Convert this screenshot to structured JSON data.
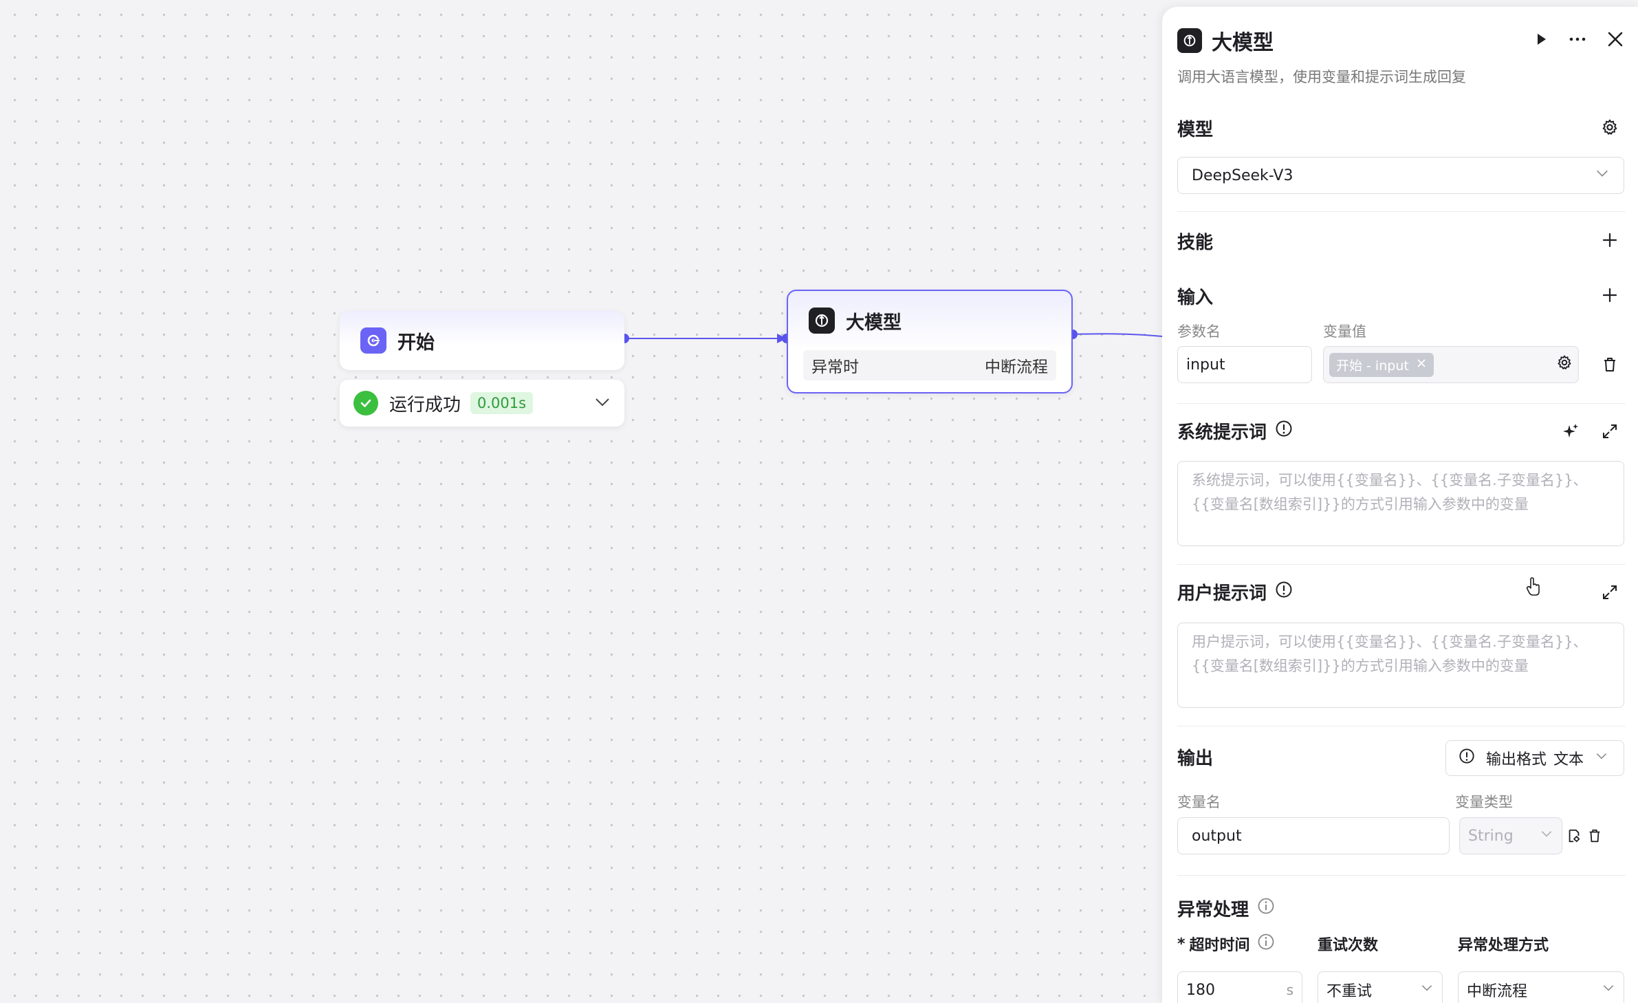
{
  "canvas": {
    "start_node": {
      "title": "开始"
    },
    "run_status": {
      "text": "运行成功",
      "time": "0.001s"
    },
    "llm_node": {
      "title": "大模型",
      "exception_label": "异常时",
      "exception_value": "中断流程"
    }
  },
  "panel": {
    "title": "大模型",
    "description": "调用大语言模型，使用变量和提示词生成回复",
    "model": {
      "label": "模型",
      "selected": "DeepSeek-V3"
    },
    "skills": {
      "label": "技能"
    },
    "input": {
      "label": "输入",
      "param_name_header": "参数名",
      "var_value_header": "变量值",
      "param_name": "input",
      "var_tag": "开始 - input"
    },
    "system_prompt": {
      "label": "系统提示词",
      "placeholder": "系统提示词，可以使用{{变量名}}、{{变量名.子变量名}}、{{变量名[数组索引]}}的方式引用输入参数中的变量"
    },
    "user_prompt": {
      "label": "用户提示词",
      "placeholder": "用户提示词，可以使用{{变量名}}、{{变量名.子变量名}}、{{变量名[数组索引]}}的方式引用输入参数中的变量"
    },
    "output": {
      "label": "输出",
      "format_label": "输出格式",
      "format_value": "文本",
      "var_name_header": "变量名",
      "var_type_header": "变量类型",
      "var_name": "output",
      "var_type": "String"
    },
    "exception": {
      "label": "异常处理",
      "timeout_label": "超时时间",
      "required_mark": "*",
      "retry_label": "重试次数",
      "method_label": "异常处理方式",
      "timeout_value": "180",
      "timeout_unit": "s",
      "retry_value": "不重试",
      "method_value": "中断流程"
    }
  },
  "colors": {
    "accent": "#6a63f5",
    "success": "#3bbf3f",
    "dark_icon": "#1f1f24"
  }
}
